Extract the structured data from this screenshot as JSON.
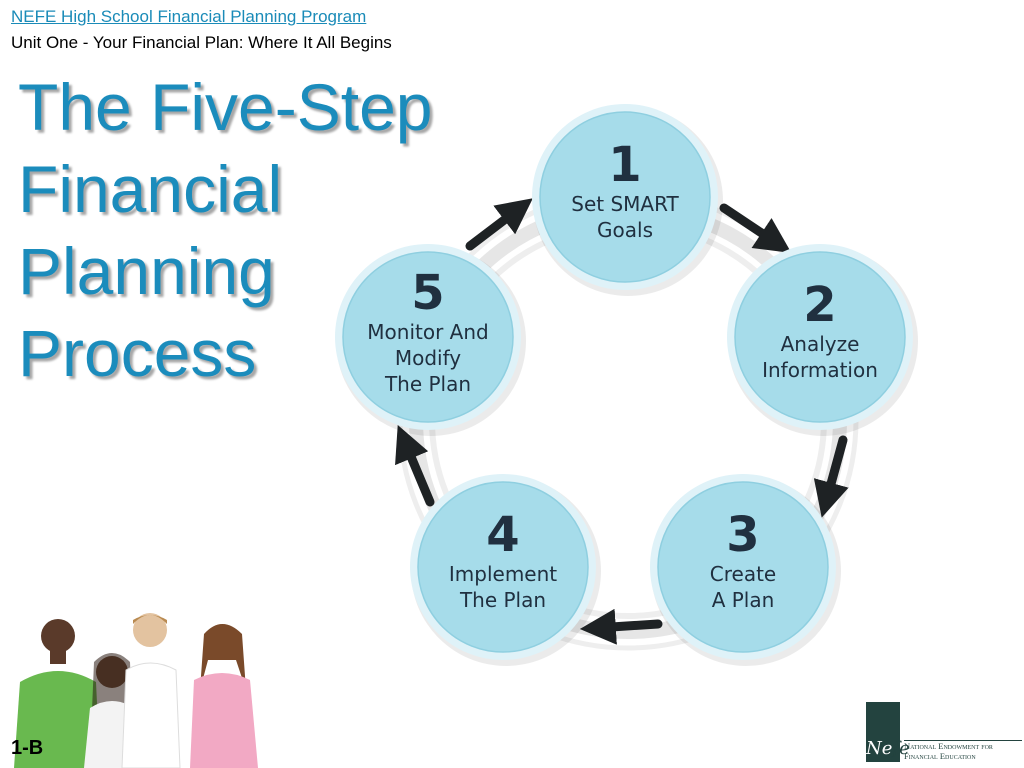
{
  "header": {
    "program": "NEFE High School Financial Planning Program",
    "unit": "Unit One - Your Financial Plan: Where It All Begins"
  },
  "title": {
    "lines": [
      "The Five-Step",
      "Financial",
      "Planning",
      "Process"
    ]
  },
  "steps": [
    {
      "number": "1",
      "lines": [
        "Set SMART",
        "Goals"
      ]
    },
    {
      "number": "2",
      "lines": [
        "Analyze",
        "Information"
      ]
    },
    {
      "number": "3",
      "lines": [
        "Create",
        "A Plan"
      ]
    },
    {
      "number": "4",
      "lines": [
        "Implement",
        "The Plan"
      ]
    },
    {
      "number": "5",
      "lines": [
        "Monitor And",
        "Modify",
        "The Plan"
      ]
    }
  ],
  "footer": {
    "slide_number": "1-B",
    "logo_mark_a": "Ne",
    "logo_mark_b": "fe",
    "logo_org": "National Endowment for Financial Education"
  },
  "colors": {
    "title": "#1b8cbc",
    "link": "#1a8bb8",
    "circle_fill": "#a6dcea",
    "circle_ring": "#dff2f8",
    "circle_text": "#203040",
    "arrow": "#1e2224",
    "swirl": "#e3e3e3",
    "logo": "#23433f"
  },
  "icons": [
    "arrow-icon",
    "students-photo",
    "nefe-logo"
  ]
}
